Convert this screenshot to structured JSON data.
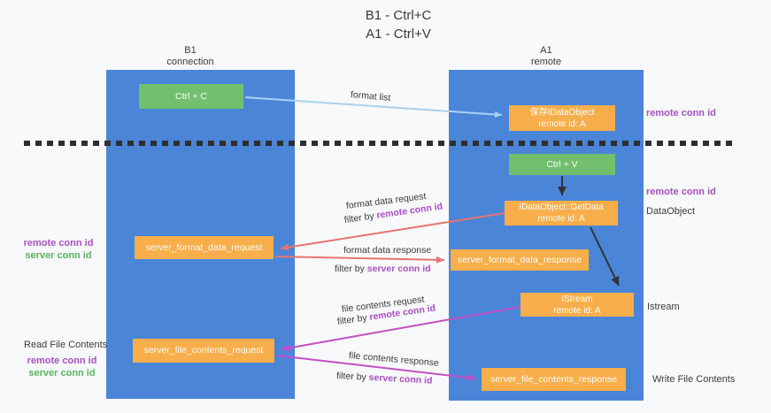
{
  "title": {
    "line1": "B1 - Ctrl+C",
    "line2": "A1 - Ctrl+V"
  },
  "left_column": {
    "title": "B1",
    "subtitle": "connection"
  },
  "right_column": {
    "title": "A1",
    "subtitle": "remote"
  },
  "boxes": {
    "ctrl_c": "Ctrl + C",
    "save_idataobject": {
      "line1": "保存IDataObject",
      "line2": "remote id: A"
    },
    "ctrl_v": "Ctrl + V",
    "getdata": {
      "line1": "IDataObject::GetData",
      "line2": "remote id: A"
    },
    "format_request": "server_format_data_request",
    "format_response": "server_format_data_response",
    "istream": {
      "line1": "IStream",
      "line2": "remote id: A"
    },
    "file_request": "server_file_contents_request",
    "file_response": "server_file_contents_response"
  },
  "labels": {
    "format_list": "format list",
    "format_data_request": "format data request",
    "format_data_response": "format data response",
    "file_contents_request": "file contents request",
    "file_contents_response": "file contents response",
    "filter_by": "filter by",
    "remote_conn_id": "remote conn id",
    "server_conn_id": "server conn id",
    "dataobject": "DataObject",
    "istream": "Istream",
    "read_file_contents": "Read File Contents",
    "write_file_contents": "Write File Contents"
  },
  "colors": {
    "column_blue": "#4a85d8",
    "box_orange": "#f8ae4a",
    "box_green": "#72bf6e",
    "arrow_light_blue": "#a9d2f0",
    "arrow_red": "#e8736e",
    "arrow_magenta": "#c44fc4",
    "arrow_black": "#333333",
    "annotation_purple": "#a94fc4",
    "annotation_green": "#58b55c",
    "divider_dark": "#2e2e2e",
    "background": "#f8f9fa"
  }
}
